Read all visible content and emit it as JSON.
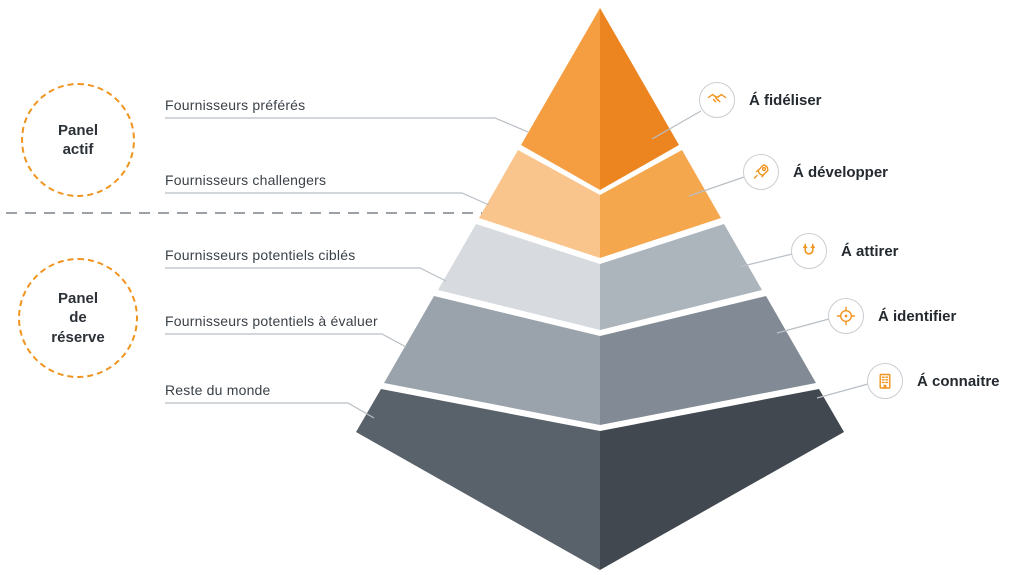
{
  "panels": [
    {
      "label": "Panel actif"
    },
    {
      "label": "Panel de réserve"
    }
  ],
  "layers": [
    {
      "name": "Fournisseurs préférés",
      "action": "Á fidéliser",
      "icon": "handshake-icon"
    },
    {
      "name": "Fournisseurs challengers",
      "action": "Á développer",
      "icon": "rocket-icon"
    },
    {
      "name": "Fournisseurs potentiels ciblés",
      "action": "Á attirer",
      "icon": "magnet-icon"
    },
    {
      "name": "Fournisseurs potentiels à évaluer",
      "action": "Á identifier",
      "icon": "target-icon"
    },
    {
      "name": "Reste du monde",
      "action": "Á connaitre",
      "icon": "building-icon"
    }
  ],
  "colors": {
    "accent": "#F0941F",
    "layer1_left": "#F49E41",
    "layer1_right": "#EC8420",
    "layer2_left": "#F9C58C",
    "layer2_right": "#F5A74E",
    "layer3_left": "#D7DBDF",
    "layer3_right": "#ACB4BC",
    "layer4_left": "#9AA3AC",
    "layer4_right": "#828B95",
    "layer5_left": "#59616A",
    "layer5_right": "#41484F",
    "connector": "#B9BFC5",
    "dash_line": "#9BA1A7",
    "text_dark": "#2B3137"
  }
}
